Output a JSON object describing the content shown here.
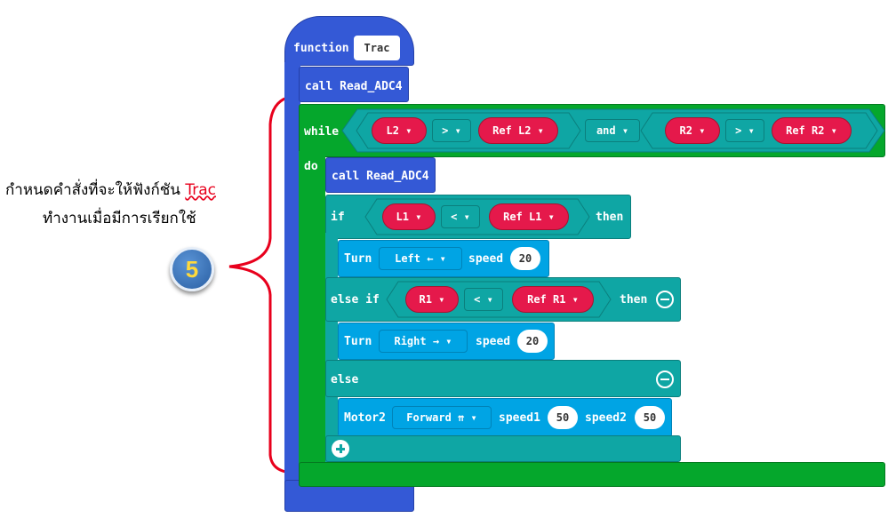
{
  "function_block": {
    "keyword": "function",
    "name": "Trac"
  },
  "call_block": {
    "label": "call Read_ADC4"
  },
  "while_block": {
    "keyword": "while",
    "do_label": "do",
    "cond_left": {
      "left": "L2 ▾",
      "op": "> ▾",
      "right": "Ref L2 ▾"
    },
    "logic": "and ▾",
    "cond_right": {
      "left": "R2 ▾",
      "op": "> ▾",
      "right": "Ref R2 ▾"
    }
  },
  "inner_call": {
    "label": "call Read_ADC4"
  },
  "if_block": {
    "if_label": "if",
    "if_cond": {
      "left": "L1 ▾",
      "op": "< ▾",
      "right": "Ref L1 ▾"
    },
    "then_label": "then",
    "turn_left": {
      "label": "Turn",
      "dir": "Left ← ▾",
      "speed_label": "speed",
      "speed": "20"
    },
    "elseif_label": "else if",
    "elseif_cond": {
      "left": "R1 ▾",
      "op": "< ▾",
      "right": "Ref R1 ▾"
    },
    "then2_label": "then",
    "turn_right": {
      "label": "Turn",
      "dir": "Right → ▾",
      "speed_label": "speed",
      "speed": "20"
    },
    "else_label": "else",
    "motor": {
      "label": "Motor2",
      "dir": "Forward ⇈ ▾",
      "s1_label": "speed1",
      "s1": "50",
      "s2_label": "speed2",
      "s2": "50"
    }
  },
  "annotation": {
    "line1_a": "กำหนดคำสั่งที่จะให้ฟังก์ชัน ",
    "line1_b": "Trac",
    "line2": "ทำงานเมื่อมีการเรียกใช้",
    "step": "5"
  },
  "colors": {
    "function_blue": "#3459d6",
    "loop_green": "#05a72c",
    "logic_teal": "#0fa6a4",
    "motor_cyan": "#00a4e4",
    "reporter_red": "#e5194b",
    "brace_red": "#e8001c",
    "badge_blue": "#2f6fb6",
    "badge_text": "#ffd93b"
  }
}
